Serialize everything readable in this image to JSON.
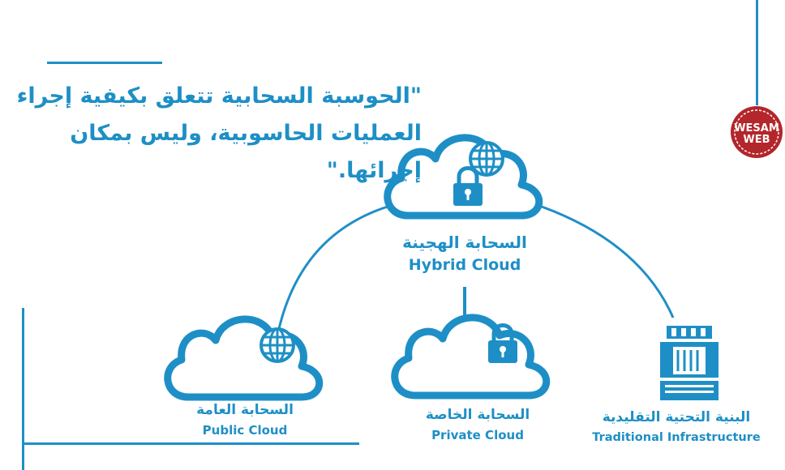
{
  "quote": {
    "line1": "\"الحوسبة السحابية تتعلق بكيفية إجراء",
    "line2": "العمليات الحاسوبية، وليس بمكان إجرائها.\""
  },
  "nodes": {
    "hybrid": {
      "label_ar": "السحابة الهجينة",
      "label_en": "Hybrid Cloud"
    },
    "public": {
      "label_ar": "السحابة العامة",
      "label_en": "Public Cloud"
    },
    "private": {
      "label_ar": "السحابة الخاصة",
      "label_en": "Private Cloud"
    },
    "traditional": {
      "label_ar": "البنية التحتية التقليدية",
      "label_en": "Traditional Infrastructure"
    }
  },
  "logo": {
    "line1": "WESAM",
    "line2": "WEB"
  },
  "icons": [
    "cloud-icon",
    "globe-icon",
    "lock-icon",
    "server-icon"
  ],
  "colors": {
    "accent": "#1e8fc6",
    "logo_bg": "#b3262b"
  }
}
